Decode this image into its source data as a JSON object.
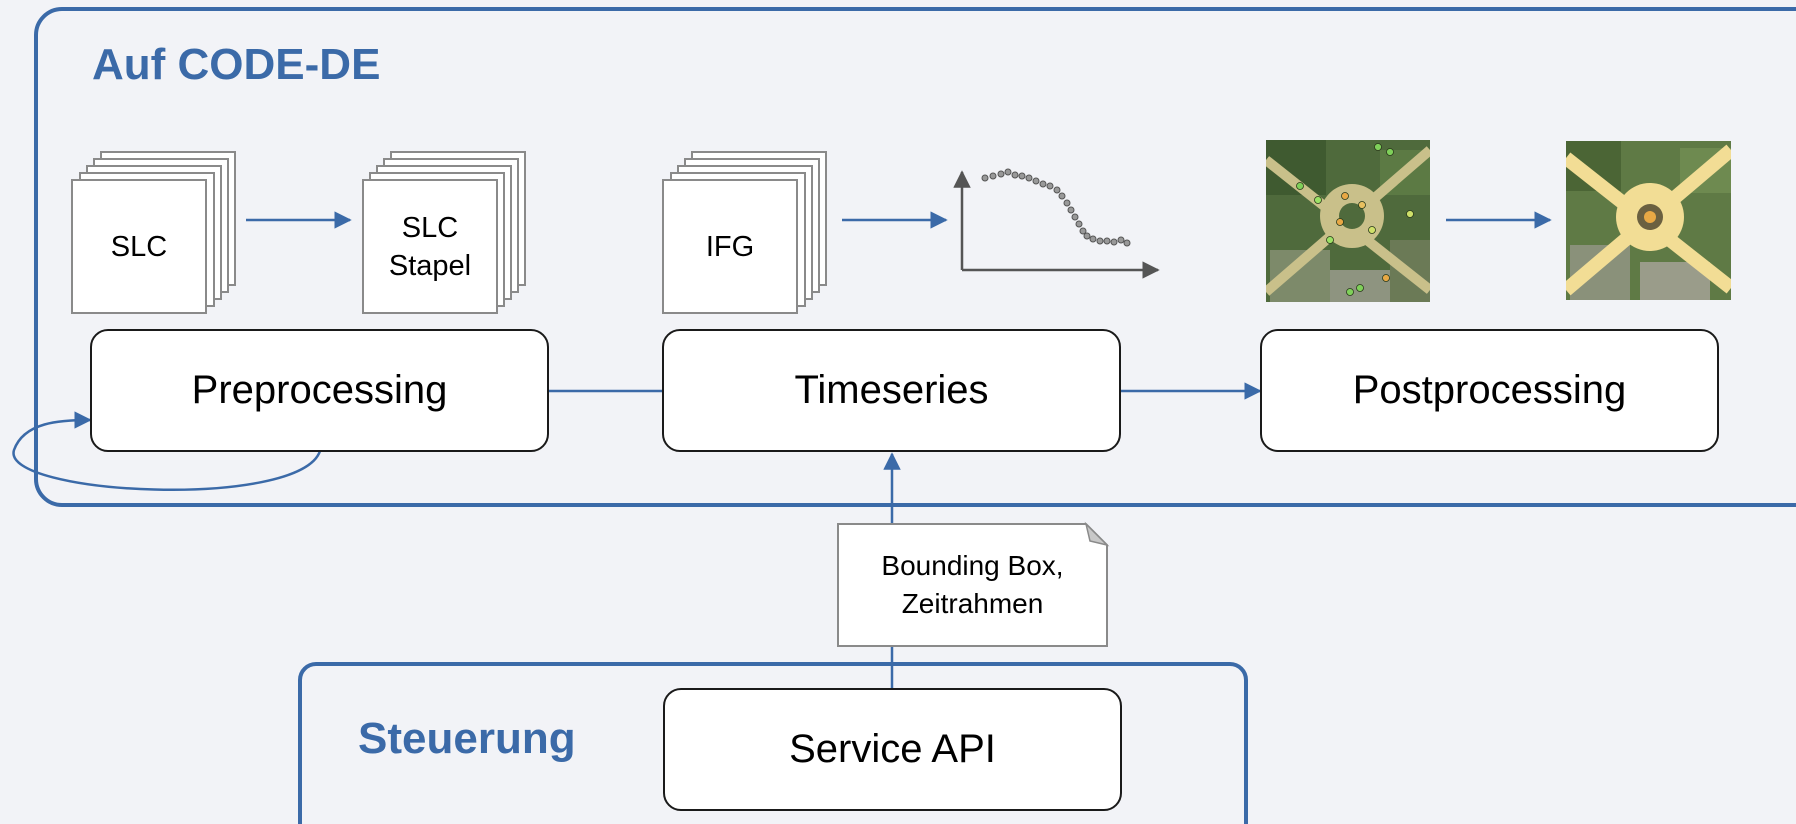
{
  "groups": {
    "code_de": {
      "title": "Auf CODE-DE"
    },
    "steuerung": {
      "title": "Steuerung"
    }
  },
  "processes": {
    "preprocessing": "Preprocessing",
    "timeseries": "Timeseries",
    "postprocessing": "Postprocessing",
    "service_api": "Service API"
  },
  "stacks": {
    "slc": "SLC",
    "slc_stapel": {
      "line1": "SLC",
      "line2": "Stapel"
    },
    "ifg": "IFG"
  },
  "note": {
    "line1": "Bounding Box,",
    "line2": "Zeitrahmen"
  },
  "colors": {
    "accent": "#3b6aa8",
    "background": "#f2f3f7",
    "box_fill": "#ffffff",
    "box_border": "#1a1a1a",
    "stack_border": "#8a8a8a"
  },
  "icons": {
    "timeseries_plot": "displacement-timeseries-chart-icon",
    "map_points": "satellite-map-with-points-icon",
    "map_result": "satellite-map-result-icon"
  }
}
